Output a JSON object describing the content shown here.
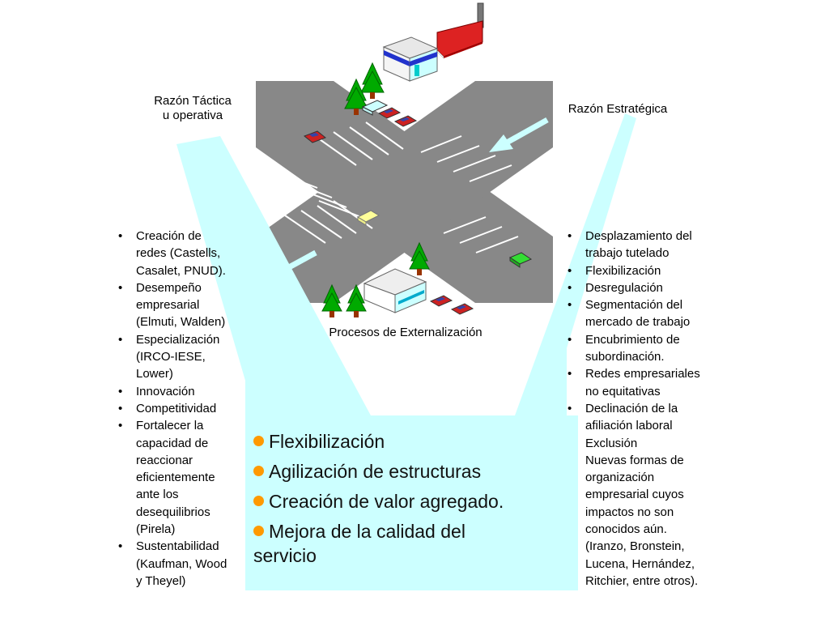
{
  "labels": {
    "tactical_line1": "Razón Táctica",
    "tactical_line2": "u operativa",
    "strategic": "Razón Estratégica",
    "processes": "Procesos de Externalización"
  },
  "left_list": [
    "Creación de",
    "redes (Castells,",
    "Casalet, PNUD).",
    "Desempeño",
    "empresarial",
    "(Elmuti, Walden)",
    "Especialización",
    "(IRCO-IESE,",
    "Lower)",
    "Innovación",
    "Competitividad",
    "Fortalecer la",
    "capacidad de",
    "reaccionar",
    "eficientemente",
    "ante los",
    "desequilibrios",
    "(Pirela)",
    "Sustentabilidad",
    "(Kaufman, Wood",
    "y Theyel)"
  ],
  "right_list": [
    "Desplazamiento del",
    "trabajo tutelado",
    "Flexibilización",
    "Desregulación",
    "Segmentación del",
    "mercado de trabajo",
    "Encubrimiento de",
    "subordinación.",
    "Redes empresariales",
    "no equitativas",
    "Declinación de la",
    "afiliación laboral",
    "Exclusión",
    "Nuevas formas de",
    "organización",
    "empresarial cuyos",
    "impactos no son",
    "conocidos aún.",
    "(Iranzo, Bronstein,",
    "Lucena, Hernández,",
    "Ritchier, entre otros)."
  ],
  "center_list": [
    "Flexibilización",
    "Agilización de estructuras",
    "Creación de valor agregado.",
    "Mejora de la calidad del servicio"
  ],
  "colors": {
    "road": "#888888",
    "funnel": "#ccffff",
    "bullet": "#ff9900",
    "tree": "#009900",
    "arrow": "#ccffff"
  }
}
